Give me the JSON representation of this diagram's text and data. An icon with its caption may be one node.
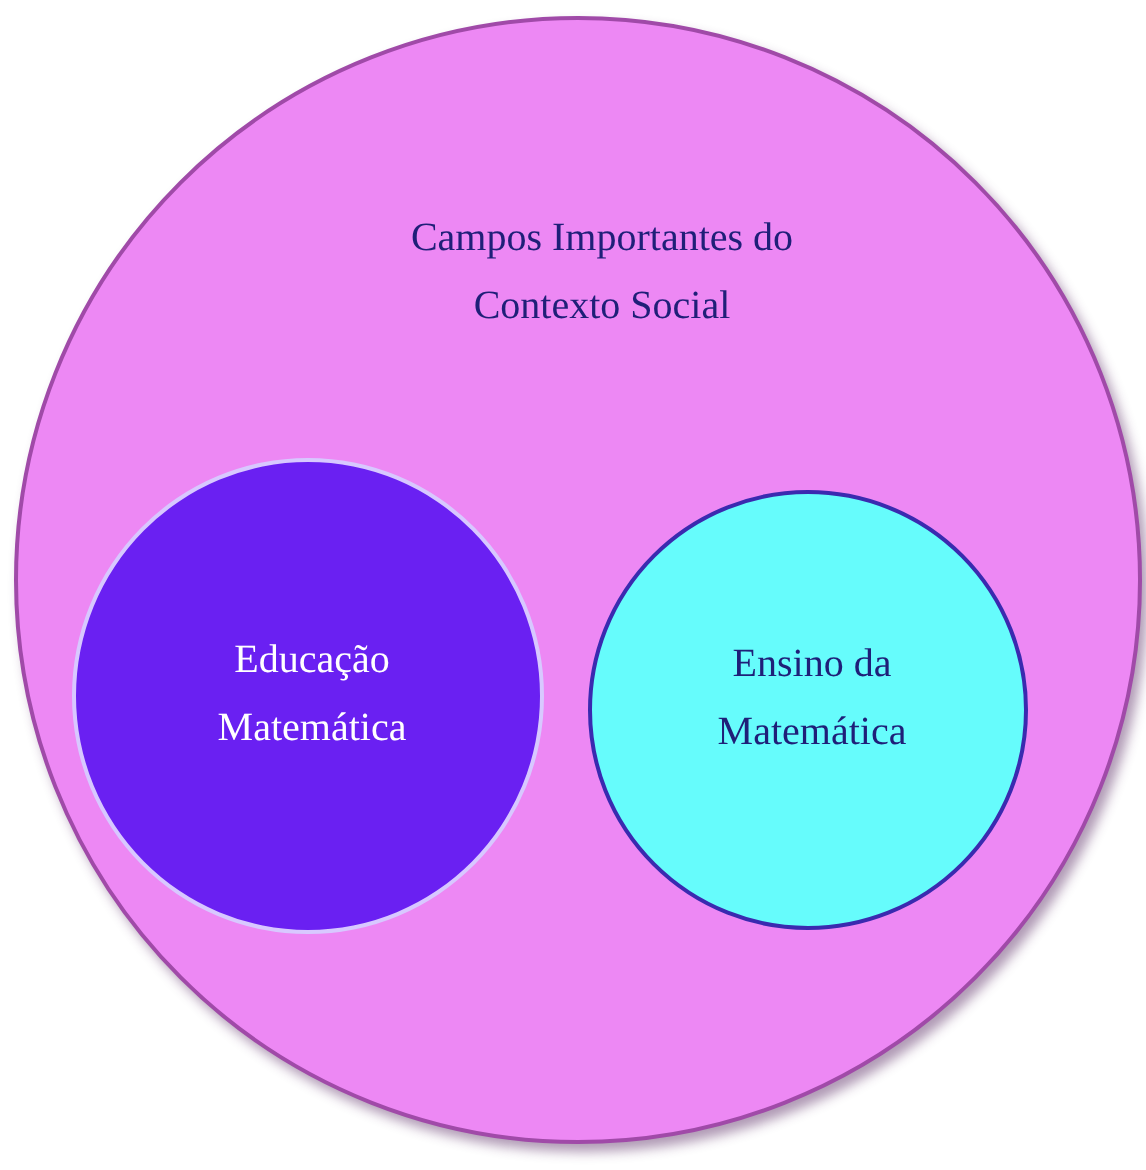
{
  "diagram": {
    "nodes": [
      {
        "text": [
          "Campos Importantes do Contexto Social"
        ]
      },
      {
        "text": [
          "Educação Matemática"
        ],
        "in": 0
      },
      {
        "text": [
          "Ensino da Matemática"
        ],
        "in": 0
      }
    ]
  }
}
